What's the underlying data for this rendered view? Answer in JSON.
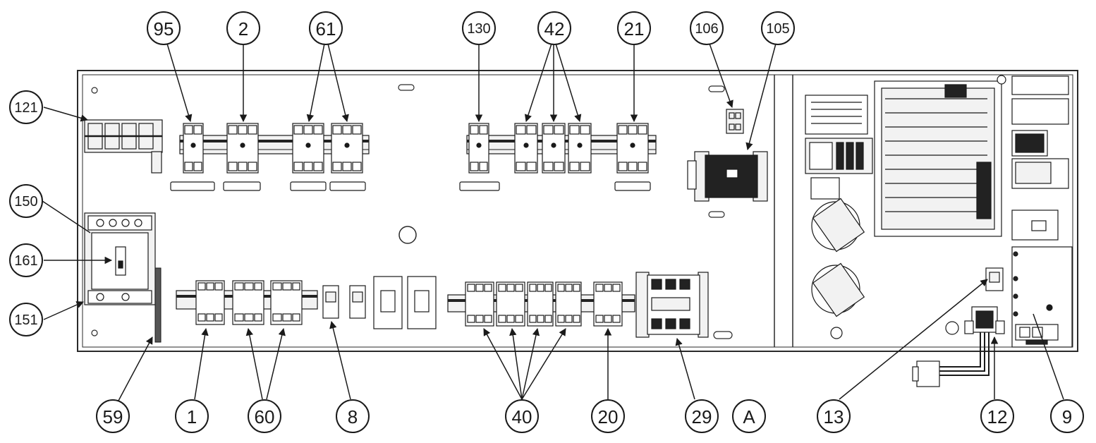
{
  "callouts": {
    "c95": "95",
    "c2": "2",
    "c61": "61",
    "c130": "130",
    "c42": "42",
    "c21": "21",
    "c106": "106",
    "c105": "105",
    "c121": "121",
    "c150": "150",
    "c161": "161",
    "c151": "151",
    "c59": "59",
    "c1": "1",
    "c60": "60",
    "c8": "8",
    "c40": "40",
    "c20": "20",
    "c29": "29",
    "cA": "A",
    "c13": "13",
    "c12": "12",
    "c9": "9"
  },
  "colors": {
    "line": "#1a1a1a",
    "panel_edge": "#2a2a2a",
    "fill_light": "#f2f2f2",
    "fill_dark": "#222222",
    "background": "#ffffff"
  }
}
